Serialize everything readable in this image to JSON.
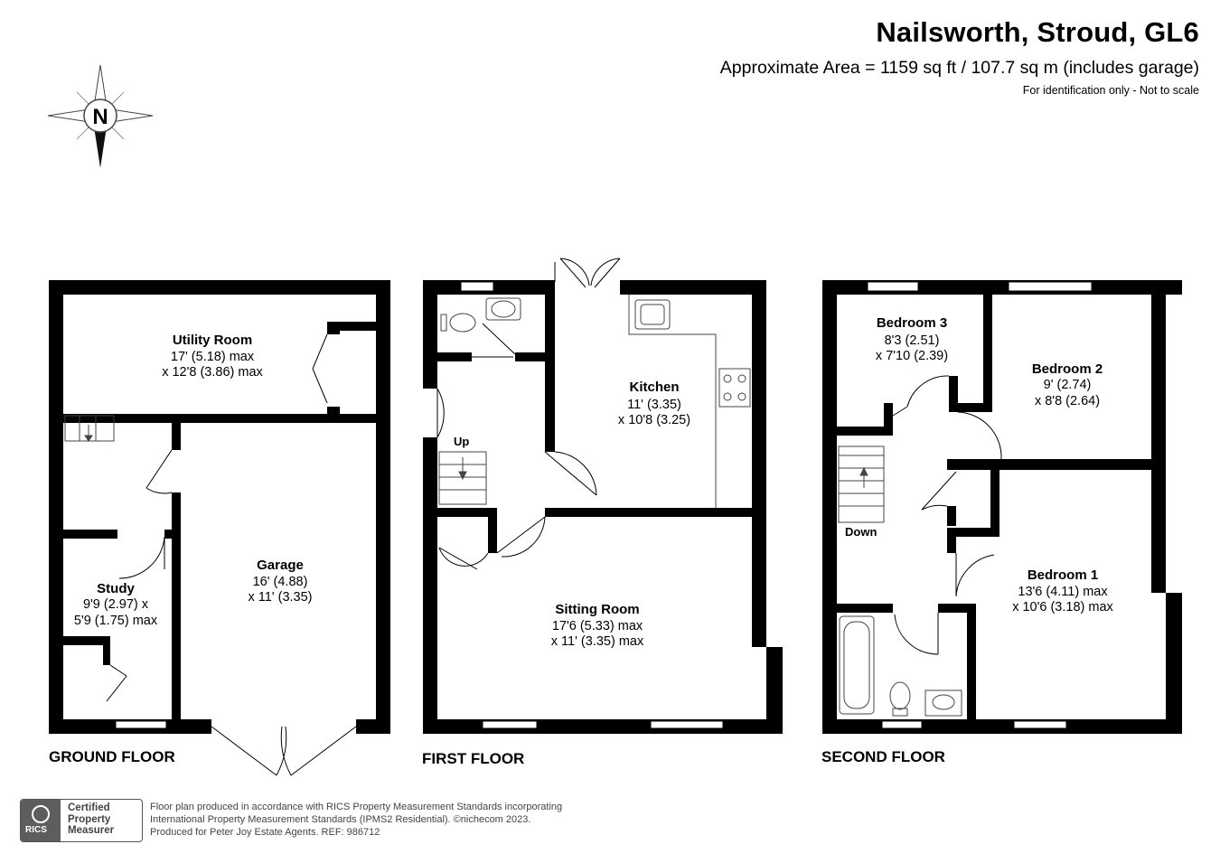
{
  "header": {
    "title": "Nailsworth, Stroud, GL6",
    "area": "Approximate Area = 1159 sq ft / 107.7 sq m (includes garage)",
    "note": "For identification only - Not to scale"
  },
  "compass": {
    "label": "N"
  },
  "ground_floor": {
    "label": "GROUND FLOOR",
    "rooms": {
      "utility": {
        "name": "Utility Room",
        "dim1": "17' (5.18) max",
        "dim2": "x 12'8 (3.86) max"
      },
      "study": {
        "name": "Study",
        "dim1": "9'9 (2.97) x",
        "dim2": "5'9 (1.75) max"
      },
      "garage": {
        "name": "Garage",
        "dim1": "16' (4.88)",
        "dim2": "x 11' (3.35)"
      }
    }
  },
  "first_floor": {
    "label": "FIRST FLOOR",
    "stair_label": "Up",
    "rooms": {
      "kitchen": {
        "name": "Kitchen",
        "dim1": "11' (3.35)",
        "dim2": "x 10'8 (3.25)"
      },
      "sitting": {
        "name": "Sitting Room",
        "dim1": "17'6 (5.33) max",
        "dim2": "x 11' (3.35) max"
      }
    }
  },
  "second_floor": {
    "label": "SECOND FLOOR",
    "stair_label": "Down",
    "rooms": {
      "bedroom3": {
        "name": "Bedroom 3",
        "dim1": "8'3 (2.51)",
        "dim2": "x 7'10 (2.39)"
      },
      "bedroom2": {
        "name": "Bedroom 2",
        "dim1": "9' (2.74)",
        "dim2": "x 8'8 (2.64)"
      },
      "bedroom1": {
        "name": "Bedroom 1",
        "dim1": "13'6 (4.11) max",
        "dim2": "x 10'6 (3.18) max"
      }
    }
  },
  "badge": {
    "logo_text": "RICS",
    "line1": "Certified",
    "line2": "Property",
    "line3": "Measurer"
  },
  "footer": {
    "line1": "Floor plan produced in accordance with RICS Property Measurement Standards incorporating",
    "line2": "International Property Measurement Standards (IPMS2 Residential).  ©nichecom 2023.",
    "line3": "Produced for Peter Joy Estate Agents.   REF:  986712"
  },
  "colors": {
    "wall": "#000000",
    "fixture": "#555555",
    "window": "#ffffff"
  }
}
